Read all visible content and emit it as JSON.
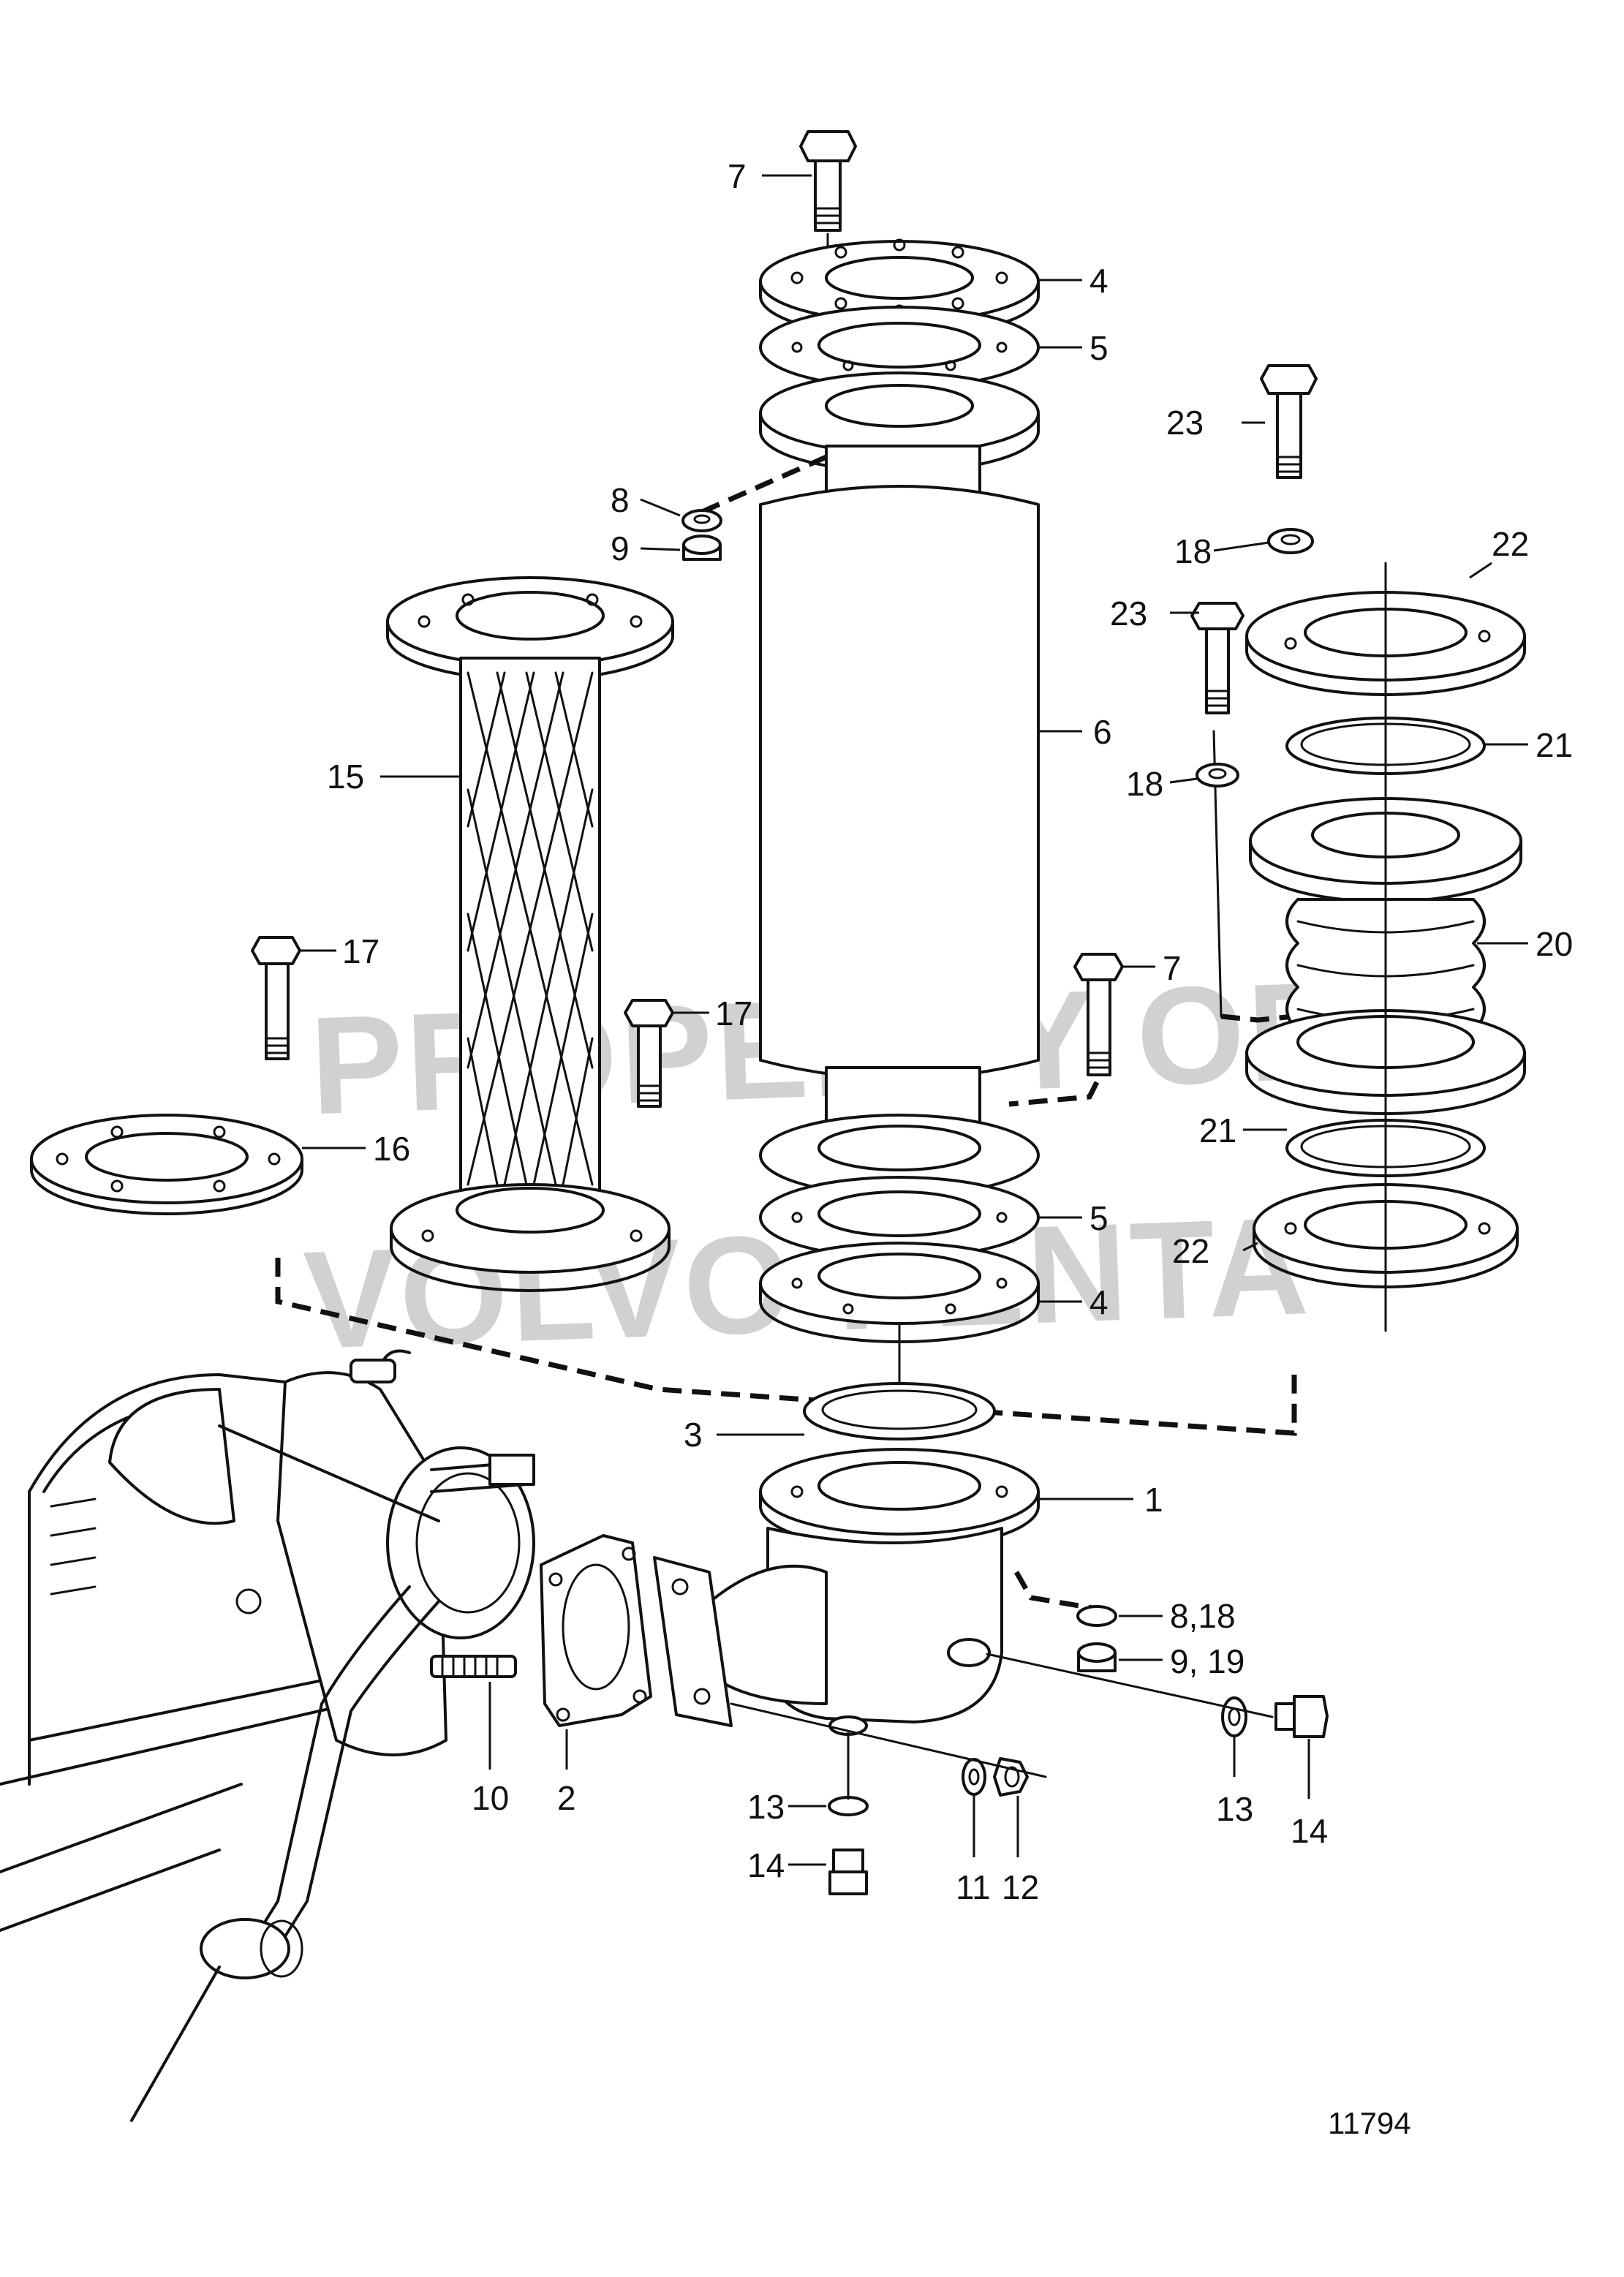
{
  "watermark": {
    "line1": "PROPERTY OF",
    "line2": "VOLVO PENTA"
  },
  "drawing_number": "11794",
  "callouts": {
    "c1": "1",
    "c2": "2",
    "c3": "3",
    "c4_top": "4",
    "c4_bottom": "4",
    "c5_top": "5",
    "c5_bottom": "5",
    "c6": "6",
    "c7_top": "7",
    "c7_mid": "7",
    "c8": "8",
    "c9": "9",
    "c8_18": "8,18",
    "c9_19": "9, 19",
    "c10": "10",
    "c11": "11",
    "c12": "12",
    "c13_left": "13",
    "c13_right": "13",
    "c14_left": "14",
    "c14_right": "14",
    "c15": "15",
    "c16": "16",
    "c17_left": "17",
    "c17_mid": "17",
    "c18_top": "18",
    "c18_mid": "18",
    "c20": "20",
    "c21_top": "21",
    "c21_bottom": "21",
    "c22_top": "22",
    "c22_bottom": "22",
    "c23_top": "23",
    "c23_mid": "23"
  }
}
